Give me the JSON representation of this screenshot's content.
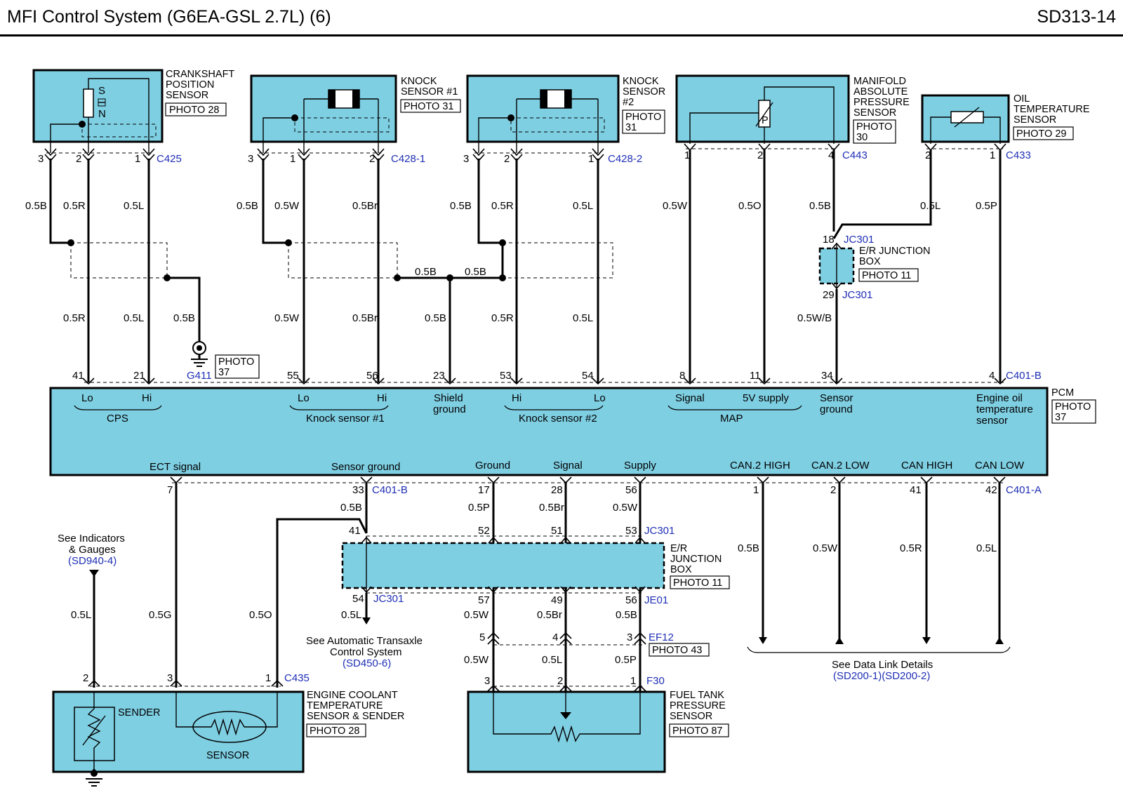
{
  "header": {
    "title": "MFI Control System (G6EA-GSL 2.7L) (6)",
    "code": "SD313-14"
  },
  "components": {
    "cps": {
      "name": [
        "CRANKSHAFT",
        "POSITION",
        "SENSOR"
      ],
      "photo": "PHOTO 28",
      "connector": "C425",
      "pins": [
        "3",
        "2",
        "1"
      ],
      "pole_s": "S",
      "pole_n": "N"
    },
    "ks1": {
      "name": [
        "KNOCK",
        "SENSOR #1"
      ],
      "photo": "PHOTO 31",
      "connector": "C428-1",
      "pins": [
        "3",
        "1",
        "2"
      ]
    },
    "ks2": {
      "name": [
        "KNOCK",
        "SENSOR",
        "#2"
      ],
      "photo": [
        "PHOTO",
        "31"
      ],
      "connector": "C428-2",
      "pins": [
        "3",
        "2",
        "1"
      ]
    },
    "map": {
      "name": [
        "MANIFOLD",
        "ABSOLUTE",
        "PRESSURE",
        "SENSOR"
      ],
      "photo": [
        "PHOTO",
        "30"
      ],
      "connector": "C443",
      "pins": [
        "1",
        "2",
        "4"
      ],
      "p_mark": "P"
    },
    "oil": {
      "name": [
        "OIL",
        "TEMPERATURE",
        "SENSOR"
      ],
      "photo": "PHOTO 29",
      "connector": "C433",
      "pins": [
        "2",
        "1"
      ]
    },
    "junction_top": {
      "pin_in": "18",
      "pin_out": "29",
      "connector": "JC301",
      "name": [
        "E/R JUNCTION",
        "BOX"
      ],
      "photo": "PHOTO 11"
    },
    "ground": {
      "id": "G411",
      "photo": [
        "PHOTO",
        "37"
      ]
    },
    "pcm": {
      "name": "PCM",
      "photo": [
        "PHOTO",
        "37"
      ],
      "top_connector": "C401-B",
      "bottom_connector_b": "C401-B",
      "bottom_connector_a": "C401-A"
    },
    "junction_bottom": {
      "name": [
        "E/R",
        "JUNCTION",
        "BOX"
      ],
      "photo": "PHOTO 11",
      "connector_top": "JC301",
      "connector_left": "JC301",
      "connector_right": "JE01",
      "pins_top": [
        "41",
        "52",
        "51",
        "53"
      ],
      "pins_bottom": [
        "54",
        "57",
        "49",
        "56"
      ]
    },
    "ect": {
      "name": [
        "ENGINE COOLANT",
        "TEMPERATURE",
        "SENSOR & SENDER"
      ],
      "photo": "PHOTO 28",
      "connector": "C435",
      "pins": [
        "2",
        "3",
        "1"
      ],
      "sender": "SENDER",
      "sensor": "SENSOR"
    },
    "ftp": {
      "name": [
        "FUEL TANK",
        "PRESSURE",
        "SENSOR"
      ],
      "photo": "PHOTO 87",
      "connector": "F30",
      "pins": [
        "3",
        "2",
        "1"
      ],
      "mid_connector": "EF12",
      "mid_photo": "PHOTO 43",
      "mid_pins": [
        "5",
        "4",
        "3"
      ]
    }
  },
  "pcm_top_pins": [
    "41",
    "21",
    "55",
    "56",
    "23",
    "53",
    "54",
    "8",
    "11",
    "34",
    "4"
  ],
  "pcm_top_labels": {
    "lo1": "Lo",
    "hi1": "Hi",
    "cps": "CPS",
    "lo2": "Lo",
    "hi2": "Hi",
    "ks1": "Knock sensor #1",
    "shield": [
      "Shield",
      "ground"
    ],
    "hi3": "Hi",
    "lo3": "Lo",
    "ks2": "Knock sensor #2",
    "signal": "Signal",
    "supply": "5V supply",
    "map": "MAP",
    "sensor_ground": [
      "Sensor",
      "ground"
    ],
    "engine_oil": [
      "Engine oil",
      "temperature",
      "sensor"
    ]
  },
  "pcm_bottom_labels": [
    "ECT signal",
    "Sensor ground",
    "Ground",
    "Signal",
    "Supply",
    "CAN.2 HIGH",
    "CAN.2 LOW",
    "CAN HIGH",
    "CAN LOW"
  ],
  "pcm_bottom_pins": [
    "7",
    "33",
    "17",
    "28",
    "56",
    "1",
    "2",
    "41",
    "42"
  ],
  "wires_top": {
    "cps": [
      "0.5B",
      "0.5R",
      "0.5L"
    ],
    "ks1": [
      "0.5B",
      "0.5W",
      "0.5Br"
    ],
    "ks2": [
      "0.5B",
      "0.5R",
      "0.5L"
    ],
    "map": [
      "0.5W",
      "0.5O",
      "0.5B"
    ],
    "oil": [
      "0.5L",
      "0.5P"
    ],
    "shield_bus": [
      "0.5B",
      "0.5B"
    ],
    "lower": [
      "0.5R",
      "0.5L",
      "0.5B",
      "0.5W",
      "0.5Br",
      "0.5B",
      "0.5R",
      "0.5L",
      "0.5W/B"
    ]
  },
  "wires_bottom": {
    "upper": [
      "0.5B",
      "0.5P",
      "0.5Br",
      "0.5W"
    ],
    "lower": [
      "0.5L",
      "0.5W",
      "0.5Br",
      "0.5B"
    ],
    "ftp": [
      "0.5W",
      "0.5L",
      "0.5P"
    ],
    "ect": [
      "0.5L",
      "0.5G",
      "0.5O"
    ],
    "can": [
      "0.5B",
      "0.5W",
      "0.5R",
      "0.5L"
    ]
  },
  "refs": {
    "indicators": [
      "See Indicators",
      "& Gauges"
    ],
    "indicators_code": "(SD940-4)",
    "transaxle": [
      "See Automatic Transaxle",
      "Control System"
    ],
    "transaxle_code": "(SD450-6)",
    "datalink": "See Data Link Details",
    "datalink_code": "(SD200-1)(SD200-2)"
  },
  "colors": {
    "component_fill": "#7fcfe3",
    "reference_blue": "#1f2fb5"
  }
}
